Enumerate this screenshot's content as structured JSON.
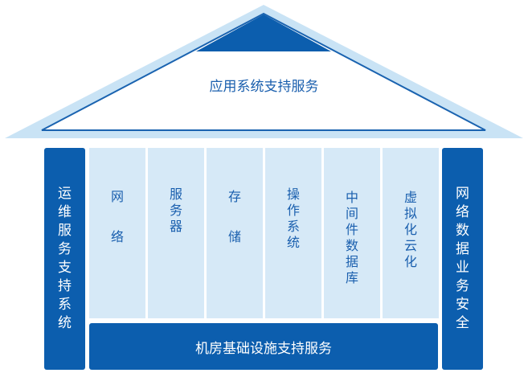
{
  "roof": {
    "label": "应用系统支持服务"
  },
  "left_pillar": {
    "chars": [
      "运",
      "维",
      "服",
      "务",
      "支",
      "持",
      "系",
      "统"
    ]
  },
  "right_pillar": {
    "chars": [
      "网",
      "络",
      "数",
      "据",
      "业",
      "务",
      "安",
      "全"
    ]
  },
  "pillars": [
    {
      "chars": [
        "网",
        "",
        "络"
      ]
    },
    {
      "chars": [
        "服",
        "务",
        "器"
      ]
    },
    {
      "chars": [
        "存",
        "",
        "储"
      ]
    },
    {
      "chars": [
        "操",
        "作",
        "系",
        "统"
      ]
    },
    {
      "chars": [
        "中",
        "间",
        "件",
        "数",
        "据",
        "库"
      ]
    },
    {
      "chars": [
        "虚",
        "拟",
        "化",
        "云",
        "化"
      ]
    }
  ],
  "foundation": {
    "label": "机房基础设施支持服务"
  },
  "colors": {
    "dark_blue": "#0c5eae",
    "light_blue": "#d6e9f7",
    "roof_fill": "#c9e3f5",
    "text_blue": "#1a5fae"
  }
}
